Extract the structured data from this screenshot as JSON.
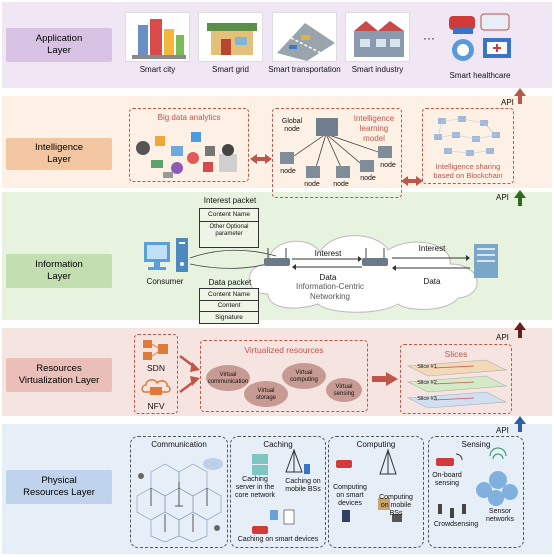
{
  "layers": [
    {
      "label": "Application\nLayer",
      "color": "#f0e6f4",
      "labelBg": "#d9c3e5"
    },
    {
      "label": "Intelligence\nLayer",
      "color": "#fdf0e4",
      "labelBg": "#f2c6a1"
    },
    {
      "label": "Information\nLayer",
      "color": "#e7f2df",
      "labelBg": "#c3dfb2"
    },
    {
      "label": "Resources\nVirtualization Layer",
      "color": "#f6e4e1",
      "labelBg": "#e9bfb7"
    },
    {
      "label": "Physical\nResources Layer",
      "color": "#e6eef8",
      "labelBg": "#bfd3ec"
    }
  ],
  "application": {
    "items": [
      "Smart city",
      "Smart grid",
      "Smart transportation",
      "Smart industry",
      "Smart healthcare"
    ],
    "ellipsis": "···"
  },
  "api": "API",
  "intelligence": {
    "big_data": "Big data analytics",
    "learning": "Intelligence\nlearning\nmodel",
    "global_node": "Global\nnode",
    "node": "node",
    "sharing": "Intelligence sharing\nbased on Blockchain"
  },
  "information": {
    "interest_packet": "Interest packet",
    "content_name": "Content Name",
    "other_params": "Other Optional\nparameter",
    "data_packet": "Data packet",
    "content": "Content",
    "signature": "Signature",
    "consumer": "Consumer",
    "interest": "Interest",
    "data": "Data",
    "icn": "Information-Centric\nNetworking"
  },
  "virtualization": {
    "sdn": "SDN",
    "nfv": "NFV",
    "virtualized": "Virtualized resources",
    "clouds": [
      "Virtual\ncommunication",
      "Virtual\nstorage",
      "Virtual\ncomputing",
      "Virtual\nsensing"
    ],
    "slices": "Slices",
    "slice_items": [
      "Slice #1",
      "Slice #2",
      "Slice #3"
    ]
  },
  "physical": {
    "communication": "Communication",
    "caching": "Caching",
    "caching_server": "Caching\nserver in the\ncore network",
    "caching_bs": "Caching on\nmobile BSs",
    "caching_devices": "Caching on smart devices",
    "computing": "Computing",
    "computing_devices": "Computing\non smart\ndevices",
    "computing_bs": "Computing\non mobile\nBSs",
    "sensing": "Sensing",
    "onboard": "On-board\nsensing",
    "crowd": "Crowdsensing",
    "sensor_net": "Sensor\nnetworks"
  },
  "colors": {
    "api_arrow_1": "#b55a4a",
    "api_arrow_2": "#2e6b1e",
    "api_arrow_3": "#6b1f1f",
    "api_arrow_4": "#2f5fa8",
    "orange_arrow": "#c0564b"
  }
}
